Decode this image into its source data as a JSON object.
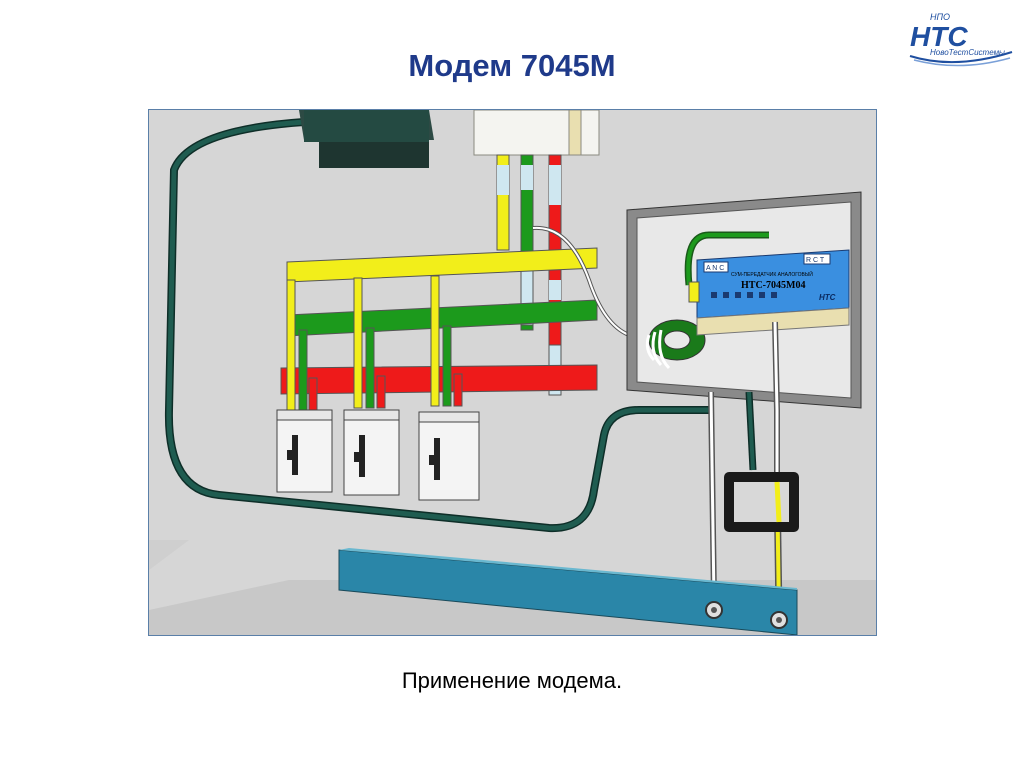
{
  "logo": {
    "top_text": "НПО",
    "main_text": "НТС",
    "sub_text": "НовоТестСистемы",
    "color": "#1f4fa0"
  },
  "slide": {
    "title": "Модем 7045М",
    "caption": "Применение модема."
  },
  "diagram": {
    "device_label_top": "СУМ-ПЕРЕДАТЧИК АНАЛОГОВЫЙ",
    "device_model": "НТС-7045М04",
    "device_brand": "НТС",
    "terminals_left": "A N C",
    "terminals_right": "R C T",
    "colors": {
      "bus_yellow": "#f2ee1a",
      "bus_green": "#1c9a1c",
      "bus_red": "#ee1a1a",
      "cable": "#1f5c50",
      "device": "#3a8fe0",
      "rail": "#2a86a8"
    }
  }
}
